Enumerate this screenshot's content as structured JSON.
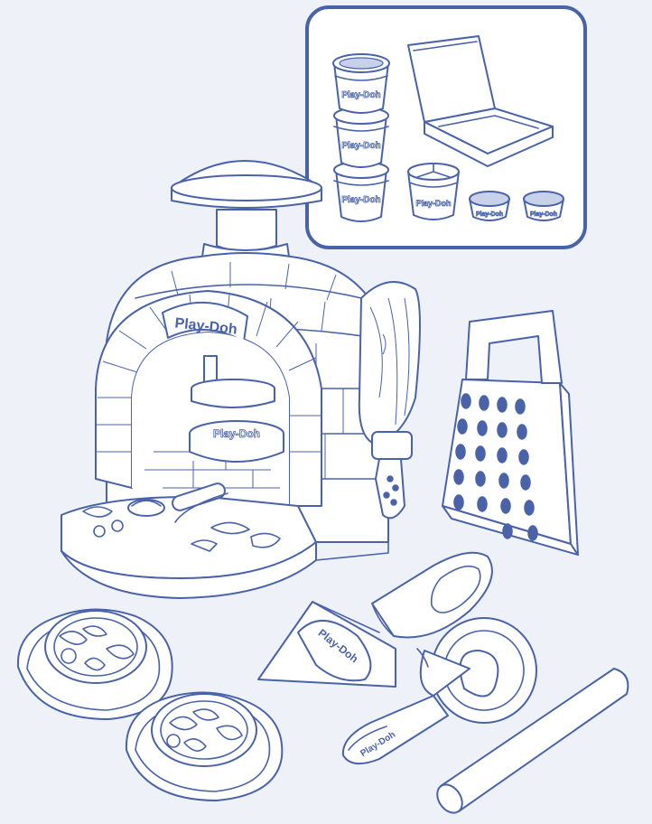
{
  "brand": {
    "logo_text": "Play-Doh"
  },
  "colors": {
    "background": "#eef2f8",
    "line": "#4a63a8",
    "fill": "#ffffff"
  },
  "items": [
    {
      "name": "pizza-oven",
      "icon": "pizza-oven-icon"
    },
    {
      "name": "pizza-peel",
      "icon": "pizza-peel-icon"
    },
    {
      "name": "cheese-grater",
      "icon": "grater-icon"
    },
    {
      "name": "pizza-slice-server",
      "icon": "pizza-server-icon"
    },
    {
      "name": "pizza-cutter",
      "icon": "pizza-cutter-icon"
    },
    {
      "name": "rolling-pin",
      "icon": "rolling-pin-icon"
    },
    {
      "name": "pizza-plates",
      "icon": "pizza-plate-icon"
    }
  ],
  "inset": {
    "cans_stacked": 3,
    "cans_small": 2,
    "cans_divided": 1,
    "pizza_box": 1
  }
}
